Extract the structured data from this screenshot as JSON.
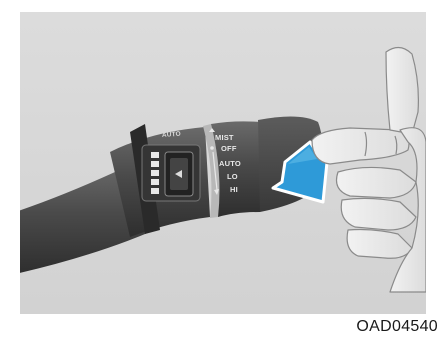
{
  "figure": {
    "code": "OAD04540",
    "stalk": {
      "band_label": "AUTO",
      "positions": [
        "MIST",
        "OFF",
        "AUTO",
        "LO",
        "HI"
      ]
    },
    "colors": {
      "background": "#d9d9d9",
      "stalk": "#4a4a4a",
      "arrow": "#2e9ad8",
      "hand": "#e6e6e6"
    },
    "icons": [
      "down-arrow-icon",
      "pointing-hand-icon",
      "sensitivity-dial-icon"
    ]
  }
}
